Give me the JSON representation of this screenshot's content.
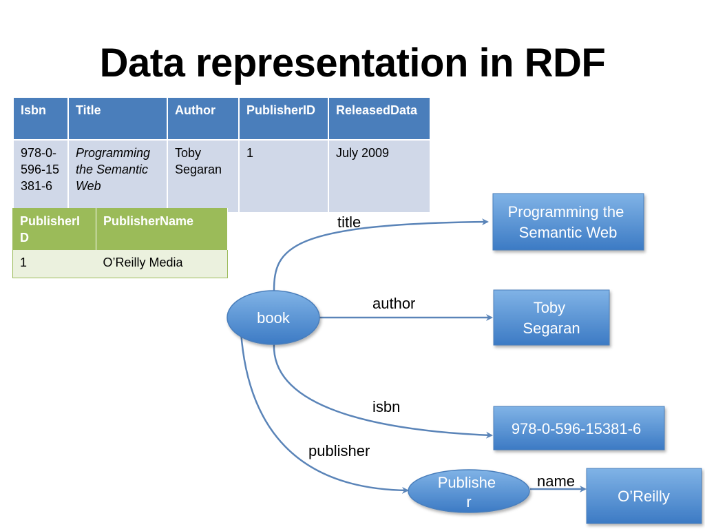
{
  "title": "Data representation in RDF",
  "book_table": {
    "headers": [
      "Isbn",
      "Title",
      "Author",
      "PublisherID",
      "ReleasedData"
    ],
    "row": [
      "978-0-596-15381-6",
      "Programming the Semantic Web",
      "Toby Segaran",
      "1",
      "July 2009"
    ]
  },
  "publisher_table": {
    "headers": [
      "PublisherID",
      "PublisherName"
    ],
    "row": [
      "1",
      "O’Reilly Media"
    ]
  },
  "graph": {
    "book_node": "book",
    "publisher_node": "Publisher",
    "title_value": "Programming the Semantic Web",
    "author_value": "Toby Segaran",
    "isbn_value": "978-0-596-15381-6",
    "name_value": "O’Reilly",
    "edges": {
      "title": "title",
      "author": "author",
      "isbn": "isbn",
      "publisher": "publisher",
      "name": "name"
    }
  },
  "colors": {
    "table_header_blue": "#4a7ebb",
    "table_cell_blue": "#d0d8e8",
    "table_header_green": "#9bbb59",
    "table_cell_green": "#ebf1de",
    "node_blue": "#5b9bd5",
    "arrow": "#5a84b8"
  }
}
